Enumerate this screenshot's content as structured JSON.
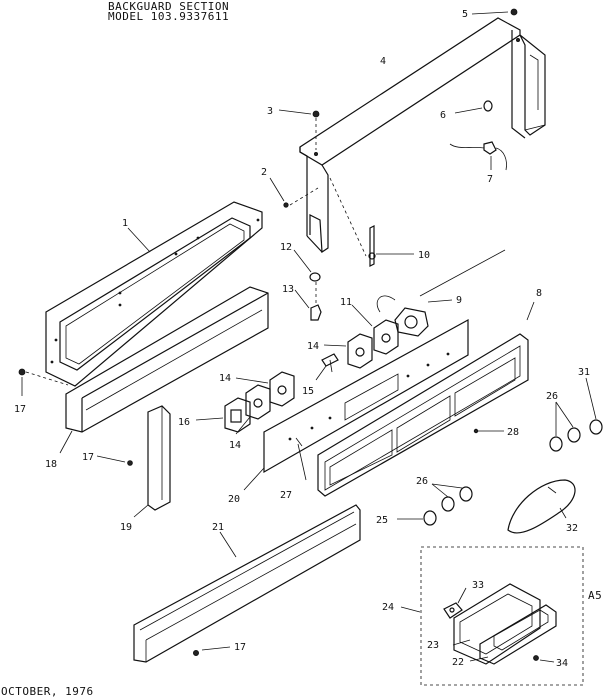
{
  "header": {
    "title": "BACKGUARD SECTION",
    "model": "MODEL 103.9337611"
  },
  "footer": {
    "date": "OCTOBER, 1976",
    "page_code": "A5"
  },
  "callouts": {
    "c5": "5",
    "c4": "4",
    "c3": "3",
    "c6": "6",
    "c7": "7",
    "c2": "2",
    "c1": "1",
    "c12": "12",
    "c10": "10",
    "c13": "13",
    "c11": "11",
    "c9": "9",
    "c8": "8",
    "c14a": "14",
    "c17a": "17",
    "c14b": "14",
    "c15": "15",
    "c31": "31",
    "c16": "16",
    "c26a": "26",
    "c14c": "14",
    "c28": "28",
    "c18": "18",
    "c17b": "17",
    "c20": "20",
    "c27": "27",
    "c26b": "26",
    "c19": "19",
    "c25": "25",
    "c32": "32",
    "c21": "21",
    "c24": "24",
    "c33": "33",
    "c23": "23",
    "c22": "22",
    "c34": "34",
    "c17c": "17"
  }
}
